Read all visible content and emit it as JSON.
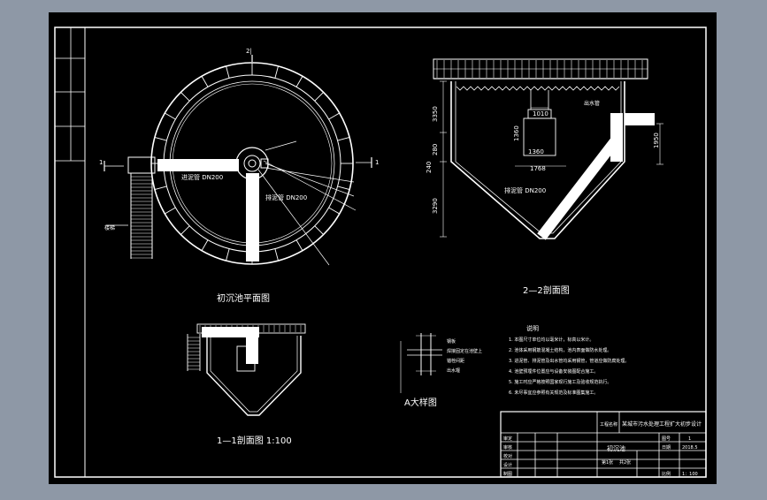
{
  "plan": {
    "title": "初沉池平面图",
    "section_mark_top": "2|",
    "section_mark_left": "1",
    "section_mark_right": "1",
    "pipe_label_1": "进泥管 DN200",
    "pipe_label_2": "排泥管 DN200",
    "stair_label": "楼梯"
  },
  "section22": {
    "title": "2—2剖面图",
    "dims_left": [
      "3350",
      "280",
      "240",
      "3290"
    ],
    "dims_center": [
      "1010",
      "1360",
      "1360",
      "1768"
    ],
    "dims_right": "1950",
    "pipe_label": "排泥管 DN200",
    "right_label": "出水管"
  },
  "section11": {
    "title": "1—1剖面图 1:100"
  },
  "detail": {
    "title": "A大样图",
    "notes": [
      "钢板",
      "焊接固定在池壁上",
      "锚栓间距",
      "出水堰"
    ]
  },
  "notes": {
    "heading": "说明",
    "lines": [
      "1. 本图尺寸单位均以毫米计，标高以米计。",
      "2. 池体采用钢筋混凝土结构，池内表面做防水处理。",
      "3. 进泥管、排泥管及出水管均采用钢管，管道应做防腐处理。",
      "4. 池壁预埋件位置应与设备安装图配合施工。",
      "5. 施工时应严格按照国家现行施工及验收规范执行。",
      "6. 未尽事宜应参照有关规范及标准图集施工。"
    ]
  },
  "title_block": {
    "project_label": "工程名称",
    "project_name": "某城市污水处理工程扩大初步设计",
    "drawing_name": "初沉池",
    "rows_left": [
      "审定",
      "审核",
      "校对",
      "设计",
      "制图"
    ],
    "cell_scale_label": "比例",
    "cell_scale": "1：100",
    "cell_sheet": "第1张",
    "cell_total": "共2张",
    "cell_date_label": "日期",
    "cell_date": "2018.5",
    "cell_no_label": "图号",
    "cell_no": "1"
  }
}
